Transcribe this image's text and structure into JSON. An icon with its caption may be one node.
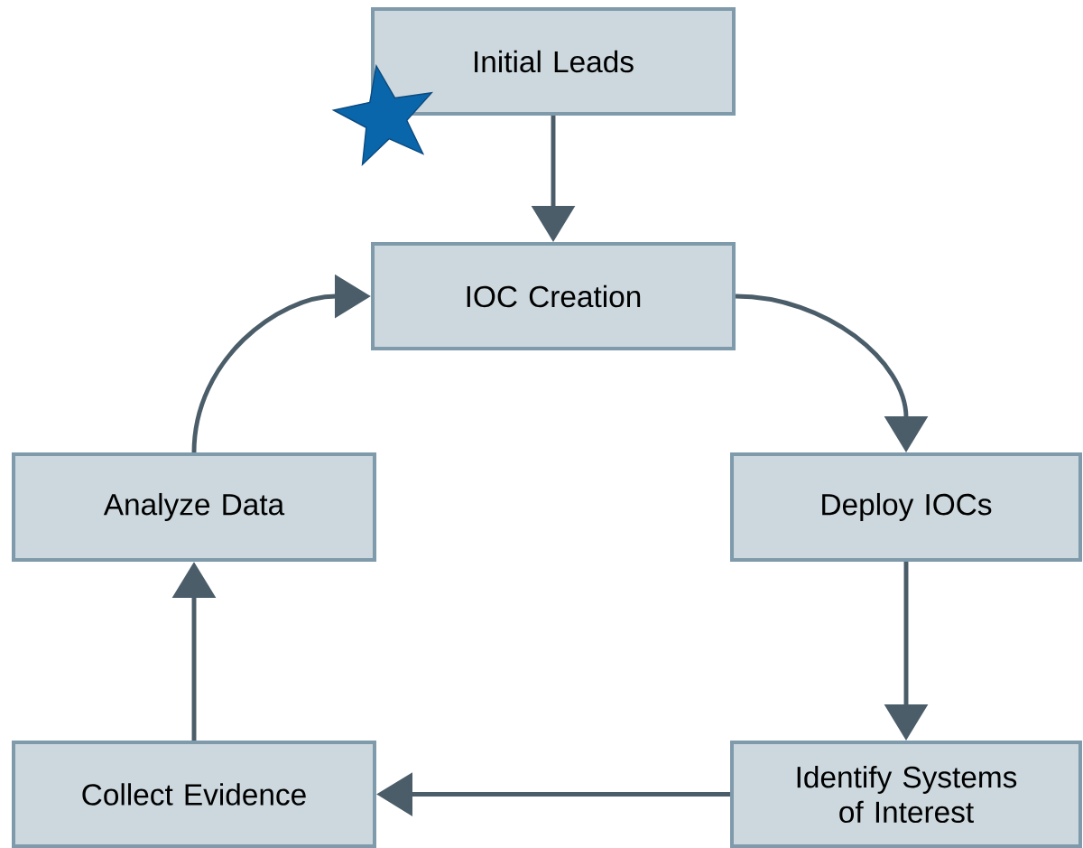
{
  "diagram": {
    "nodes": [
      {
        "text": [
          "Initial Leads"
        ]
      },
      {
        "text": [
          "IOC Creation"
        ]
      },
      {
        "text": [
          "Analyze Data"
        ]
      },
      {
        "text": [
          "Deploy IOCs"
        ]
      },
      {
        "text": [
          "Collect Evidence"
        ]
      },
      {
        "text": [
          "Identify Systems of Interest"
        ]
      }
    ],
    "edges": [
      {
        "from": 0,
        "to": 1,
        "arrow": "to"
      },
      {
        "from": 1,
        "to": 3,
        "arrow": "to"
      },
      {
        "from": 3,
        "to": 5,
        "arrow": "to"
      },
      {
        "from": 5,
        "to": 4,
        "arrow": "to"
      },
      {
        "from": 4,
        "to": 2,
        "arrow": "to"
      },
      {
        "from": 2,
        "to": 1,
        "arrow": "to"
      }
    ]
  }
}
